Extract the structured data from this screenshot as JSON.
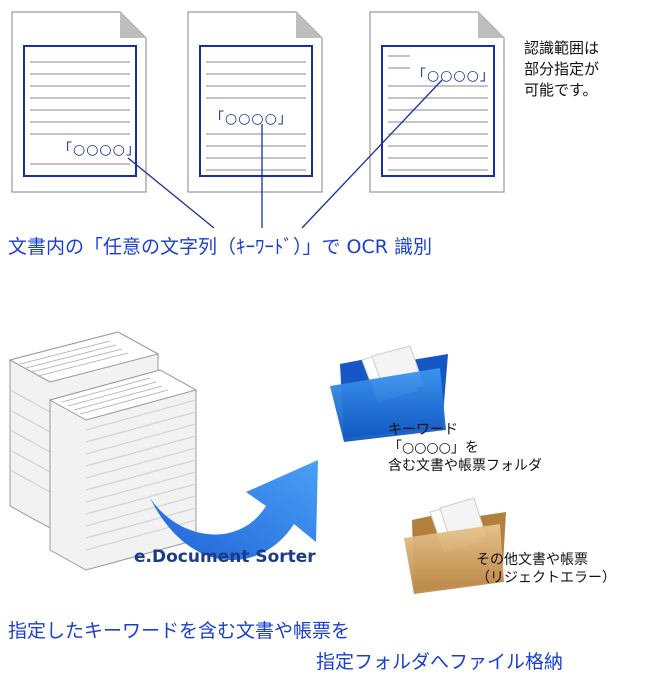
{
  "top": {
    "keyword_1": "「○○○○」",
    "keyword_2": "「○○○○」",
    "keyword_3": "「○○○○」",
    "side_note": [
      "認識範囲は",
      "部分指定が",
      "可能です。"
    ],
    "heading": "文書内の「任意の文字列（ｷｰﾜｰﾄﾞ）」で OCR 識別"
  },
  "bottom": {
    "tool_name": "e.Document Sorter",
    "folder_keyword_label": [
      "キーワード",
      "「○○○○」を",
      "含む文書や帳票フォルダ"
    ],
    "folder_other_label": [
      "その他文書や帳票",
      "（リジェクトエラー）"
    ],
    "caption_line1": "指定したキーワードを含む文書や帳票を",
    "caption_line2": "指定フォルダへファイル格納"
  },
  "colors": {
    "accent_blue": "#1a3fd0",
    "frame_blue": "#1a2fa0",
    "arrow_blue": "#2a7fe8",
    "folder_blue": "#1a6fd8",
    "folder_tan": "#c89a5a"
  }
}
